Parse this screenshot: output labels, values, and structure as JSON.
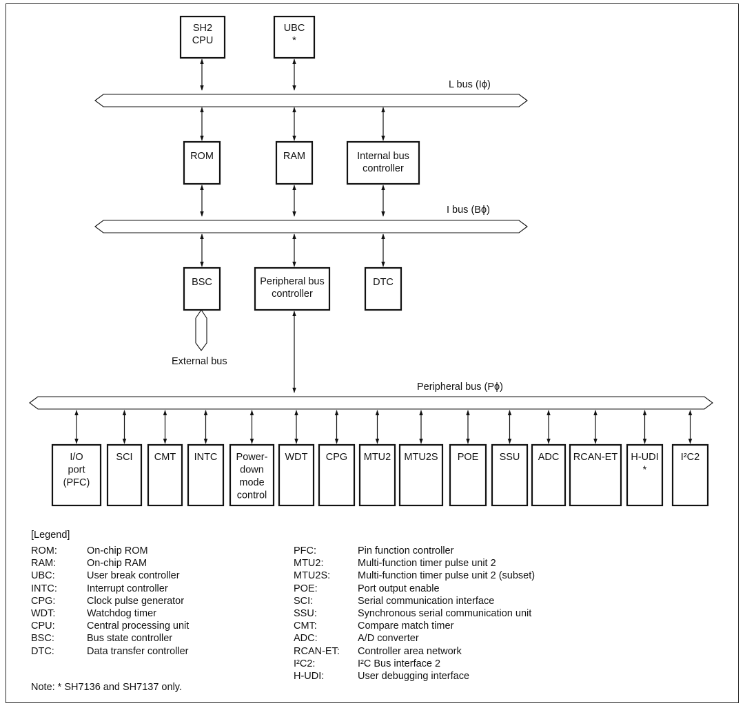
{
  "blocks": {
    "sh2_cpu": [
      "SH2",
      "CPU"
    ],
    "ubc": [
      "UBC",
      "*"
    ],
    "rom": [
      "ROM"
    ],
    "ram": [
      "RAM"
    ],
    "ibc": [
      "Internal bus",
      "controller"
    ],
    "bsc": [
      "BSC"
    ],
    "pbc": [
      "Peripheral bus",
      "controller"
    ],
    "dtc": [
      "DTC"
    ],
    "peripherals": [
      [
        "I/O",
        "port",
        "(PFC)"
      ],
      [
        "SCI"
      ],
      [
        "CMT"
      ],
      [
        "INTC"
      ],
      [
        "Power-",
        "down",
        "mode",
        "control"
      ],
      [
        "WDT"
      ],
      [
        "CPG"
      ],
      [
        "MTU2"
      ],
      [
        "MTU2S"
      ],
      [
        "POE"
      ],
      [
        "SSU"
      ],
      [
        "ADC"
      ],
      [
        "RCAN-ET"
      ],
      [
        "H-UDI",
        "*"
      ],
      [
        "I²C2"
      ]
    ]
  },
  "buses": {
    "l_bus": "L bus (Iϕ)",
    "i_bus": "I bus (Bϕ)",
    "peripheral_bus": "Peripheral bus (Pϕ)",
    "external_bus": "External bus"
  },
  "legend": {
    "title": "[Legend]",
    "left": [
      {
        "abbr": "ROM:",
        "desc": "On-chip ROM"
      },
      {
        "abbr": "RAM:",
        "desc": "On-chip RAM"
      },
      {
        "abbr": "UBC:",
        "desc": "User break controller"
      },
      {
        "abbr": "INTC:",
        "desc": "Interrupt controller"
      },
      {
        "abbr": "CPG:",
        "desc": "Clock pulse generator"
      },
      {
        "abbr": "WDT:",
        "desc": "Watchdog timer"
      },
      {
        "abbr": "CPU:",
        "desc": "Central processing unit"
      },
      {
        "abbr": "BSC:",
        "desc": "Bus state controller"
      },
      {
        "abbr": "DTC:",
        "desc": "Data transfer controller"
      }
    ],
    "right": [
      {
        "abbr": "PFC:",
        "desc": "Pin function controller"
      },
      {
        "abbr": "MTU2:",
        "desc": "Multi-function timer pulse unit 2"
      },
      {
        "abbr": "MTU2S:",
        "desc": "Multi-function timer pulse unit 2 (subset)"
      },
      {
        "abbr": "POE:",
        "desc": "Port output enable"
      },
      {
        "abbr": "SCI:",
        "desc": "Serial communication interface"
      },
      {
        "abbr": "SSU:",
        "desc": "Synchronous serial communication unit"
      },
      {
        "abbr": "CMT:",
        "desc": "Compare match timer"
      },
      {
        "abbr": "ADC:",
        "desc": "A/D converter"
      },
      {
        "abbr": "RCAN-ET:",
        "desc": "Controller area network"
      },
      {
        "abbr": "I²C2:",
        "desc": "I²C Bus interface 2"
      },
      {
        "abbr": "H-UDI:",
        "desc": "User debugging interface"
      }
    ]
  },
  "note": "Note:  *  SH7136 and SH7137 only."
}
